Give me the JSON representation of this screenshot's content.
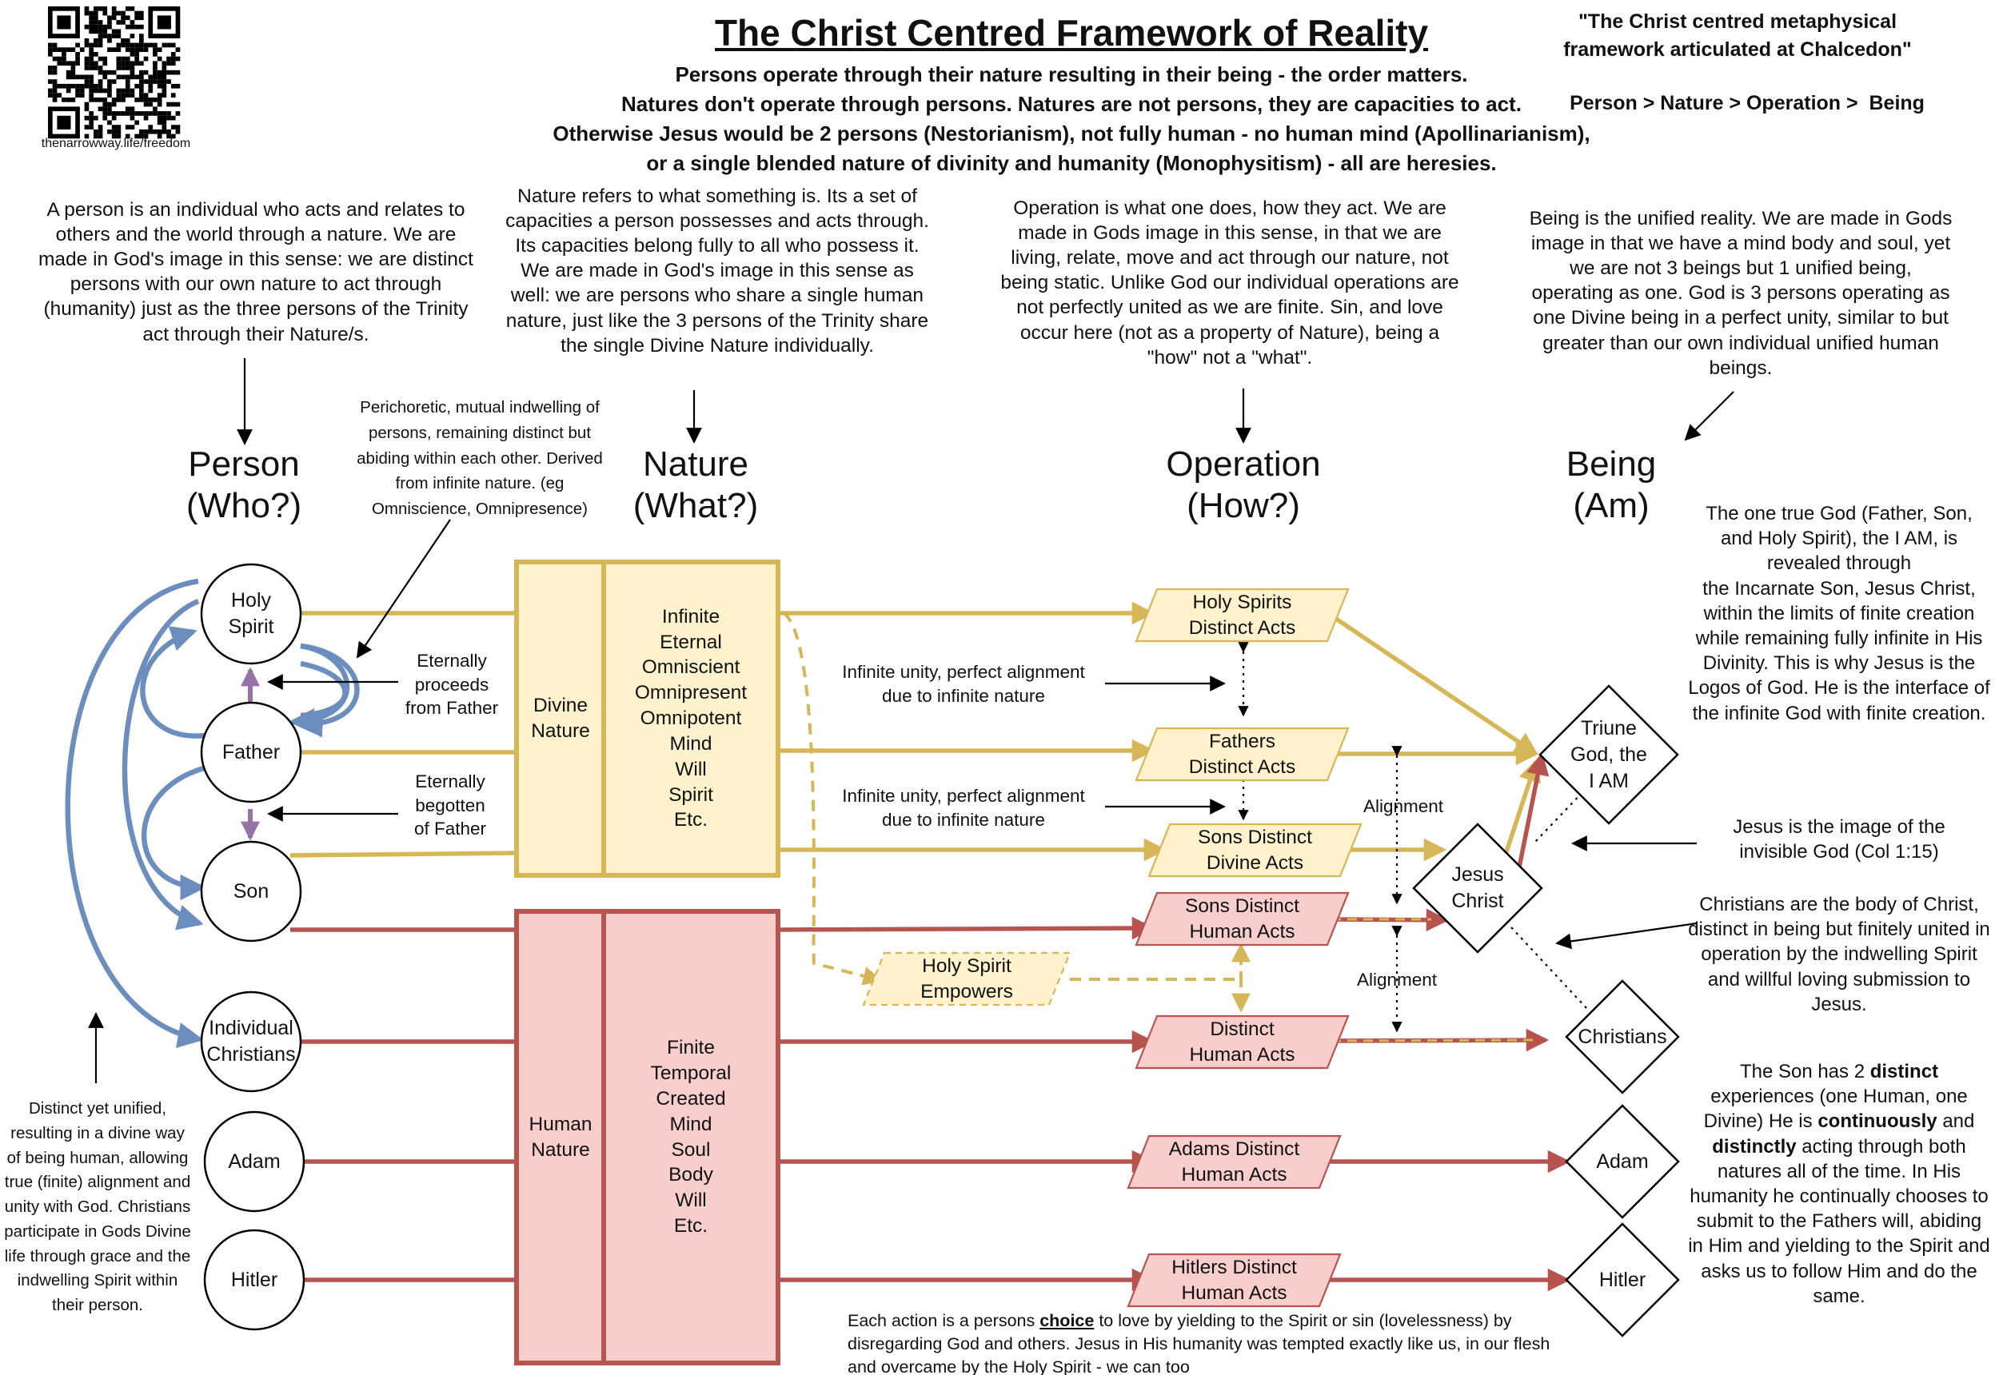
{
  "header": {
    "title": "The Christ Centred Framework of Reality",
    "subtitle_lines": [
      "Persons operate through their nature resulting in their being - the order matters.",
      "Natures don't operate through persons. Natures are not persons, they are capacities to act.",
      "Otherwise Jesus would be 2 persons (Nestorianism), not fully human - no human mind (Apollinarianism),",
      "or a single blended nature of divinity and humanity (Monophysitism) - all are heresies."
    ],
    "quote": "\"The Christ centred metaphysical framework articulated at Chalcedon\"",
    "order": "Person > Nature > Operation >  Being",
    "qr_caption": "thenarrowway.life/freedom"
  },
  "descriptions": {
    "person": "A person is an individual who acts and relates to others and the world through a nature. We are made in God's image in this sense: we are distinct persons with our own nature to act through (humanity) just as the three persons of the Trinity act through their Nature/s.",
    "nature": "Nature refers to what something is. Its a set of capacities a person possesses and acts through.  Its capacities belong fully to all who possess it. We are made in God's image in this sense as well: we are persons who share a single human nature, just like the 3 persons of the Trinity share the single Divine Nature individually.",
    "operation": "Operation is what one does, how they act.  We are made in Gods image in this sense, in that we are living, relate, move and act through our nature, not being static.  Unlike God our individual operations are not perfectly united as we are finite. Sin, and love occur here (not as a property of Nature), being a \"how\" not a \"what\".",
    "being": "Being is the unified reality. We are made in Gods image in that we have a mind body and soul, yet we are not 3 beings but 1 unified being, operating as one. God is 3 persons operating as one Divine being in a perfect unity, similar to but greater than our own individual unified human beings."
  },
  "columns": {
    "person": "Person\n(Who?)",
    "nature": "Nature\n(What?)",
    "operation": "Operation\n(How?)",
    "being": "Being\n(Am)"
  },
  "persons": {
    "holy_spirit": "Holy\nSpirit",
    "father": "Father",
    "son": "Son",
    "christians": "Individual\nChristians",
    "adam": "Adam",
    "hitler": "Hitler"
  },
  "natures": {
    "divine_label": "Divine\nNature",
    "divine_attributes": [
      "Infinite",
      "Eternal",
      "Omniscient",
      "Omnipresent",
      "Omnipotent",
      "Mind",
      "Will",
      "Spirit",
      "Etc."
    ],
    "human_label": "Human\nNature",
    "human_attributes": [
      "Finite",
      "Temporal",
      "Created",
      "Mind",
      "Soul",
      "Body",
      "Will",
      "Etc."
    ]
  },
  "operations": {
    "holy_spirit": "Holy Spirits\nDistinct Acts",
    "father": "Fathers\nDistinct Acts",
    "son_divine": "Sons Distinct\nDivine Acts",
    "son_human": "Sons Distinct\nHuman Acts",
    "empowers": "Holy Spirit\nEmpowers",
    "christians": "Distinct\nHuman Acts",
    "adam": "Adams Distinct\nHuman Acts",
    "hitler": "Hitlers Distinct\nHuman Acts"
  },
  "beings": {
    "triune": "Triune\nGod, the\nI AM",
    "jesus": "Jesus\nChrist",
    "christians": "Christians",
    "adam": "Adam",
    "hitler": "Hitler"
  },
  "notes": {
    "perichoretic": "Perichoretic, mutual indwelling of persons, remaining distinct but abiding within each other. Derived from infinite nature. (eg Omniscience, Omnipresence)",
    "proceeds": "Eternally\nproceeds\nfrom Father",
    "begotten": "Eternally\nbegotten\nof Father",
    "unity1": "Infinite unity, perfect alignment\ndue to infinite nature",
    "unity2": "Infinite unity, perfect alignment\ndue to infinite nature",
    "alignment1": "Alignment",
    "alignment2": "Alignment",
    "distinct_unified": "Distinct yet unified, resulting in a divine way of being human, allowing true (finite) alignment and unity with God.  Christians participate in Gods Divine life through grace and the indwelling Spirit within their person.",
    "one_true_god": "The one true God (Father, Son, and Holy Spirit), the I AM, is revealed through\nthe Incarnate Son, Jesus Christ,  within the limits of finite creation while remaining fully infinite in His Divinity. This is why Jesus is the Logos of God.  He is the interface of the infinite God with finite creation.",
    "image": "Jesus is the image of the invisible God (Col 1:15)",
    "body": "Christians are the body of Christ, distinct in being but finitely united in operation by the indwelling Spirit and willful loving submission to Jesus.",
    "two_natures": [
      {
        "t": "The Son has 2 ",
        "b": false
      },
      {
        "t": "distinct",
        "b": true
      },
      {
        "t": " experiences (one Human, one Divine) He is ",
        "b": false
      },
      {
        "t": "continuously",
        "b": true
      },
      {
        "t": " and ",
        "b": false
      },
      {
        "t": "distinctly",
        "b": true
      },
      {
        "t": " acting through both natures all of the time. In His humanity he continually chooses to submit to the Fathers will, abiding in Him and yielding to the Spirit and asks us to follow Him and do the same.",
        "b": false
      }
    ],
    "footer": [
      {
        "t": "Each action is a persons ",
        "b": false
      },
      {
        "t": "choice",
        "b": true
      },
      {
        "t": " to love by yielding to the Spirit or sin (lovelessness) by disregarding God and others. Jesus in His humanity was tempted exactly like us, in our flesh and overcame by the Holy Spirit - we can too",
        "b": false
      }
    ]
  },
  "colors": {
    "gold": "#D6B656",
    "gold_fill": "#FFF2CC",
    "red": "#B85450",
    "red_fill": "#F8CECC",
    "blue": "#6C8EBF",
    "purple": "#9673A6"
  }
}
